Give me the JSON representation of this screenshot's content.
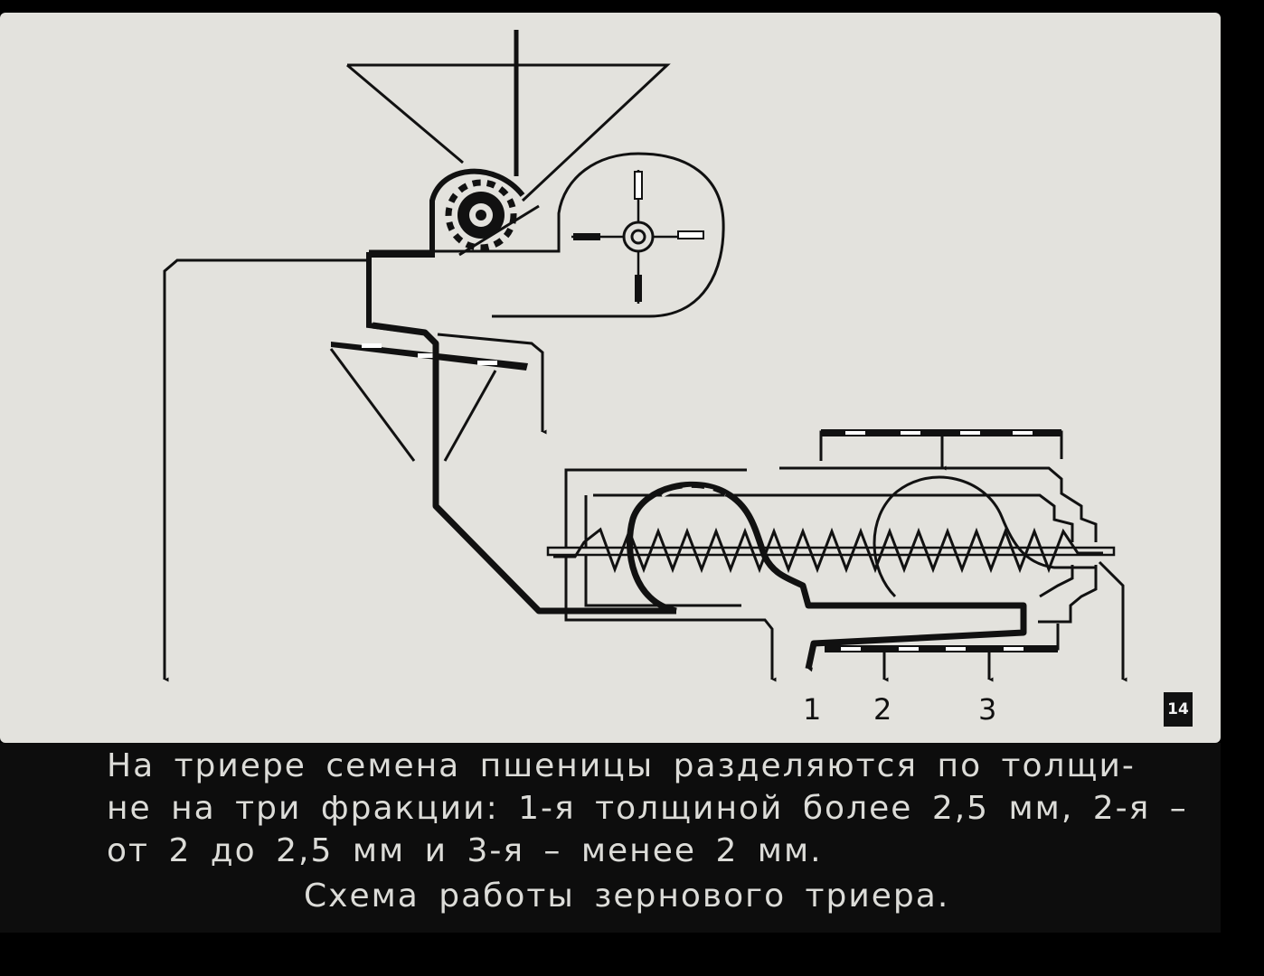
{
  "slide_number": "14",
  "diagram": {
    "output_labels": [
      "1",
      "2",
      "3"
    ]
  },
  "caption": {
    "lines": [
      "На триере семена пшеницы разделяются по толщи-",
      "не на три фракции: 1-я толщиной более 2,5 мм, 2-я –",
      "от 2 до 2,5 мм и 3-я – менее 2 мм."
    ],
    "title": "Схема работы зернового триера."
  }
}
